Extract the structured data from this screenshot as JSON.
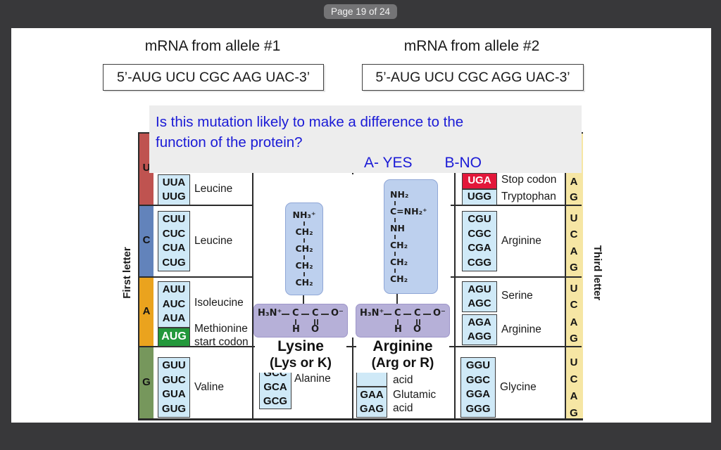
{
  "colors": {
    "page-bg": "#38383a",
    "badge-bg": "#747476",
    "badge-text": "#f2f2f2",
    "slide-bg": "#ffffff",
    "ink": "#1a1a1a",
    "blue": "#1a1ad6",
    "question-bg": "#ededed",
    "table-line": "#2b2b2b",
    "codon-bg": "#cfe9f7",
    "strip-u": "#bf5350",
    "strip-c": "#6283bb",
    "strip-a": "#eaa31e",
    "strip-g": "#76975c",
    "third-strip": "#f6e6a4",
    "stop-red": "#e3173a",
    "start-green": "#23983b",
    "side-bg": "#bdd0ee",
    "side-border": "#8fa6d6",
    "bk-bg": "#b6b0d8",
    "bk-border": "#9d95c8"
  },
  "badge": {
    "text": "Page 19 of 24"
  },
  "allele1": {
    "title": "mRNA from allele #1",
    "sequence": "5’-AUG UCU CGC AAG UAC-3’"
  },
  "allele2": {
    "title": "mRNA from allele #2",
    "sequence": "5’-AUG UCU CGC AGG UAC-3’"
  },
  "question": {
    "line1": "Is this mutation likely to make a difference to the",
    "line2": "function of the protein?",
    "option_a": "A- YES",
    "option_b": "B-NO"
  },
  "table": {
    "first_letter_label": "First letter",
    "third_letter_label": "Third letter",
    "first": [
      "U",
      "C",
      "A",
      "G"
    ],
    "third": {
      "g1": [
        "A",
        "G"
      ],
      "g2": [
        "U",
        "C",
        "A",
        "G"
      ],
      "g3": [
        "U",
        "C",
        "A",
        "G"
      ],
      "g4": [
        "U",
        "C",
        "A",
        "G"
      ]
    },
    "cells": {
      "uu2": {
        "codons": [
          "UUA",
          "UUG"
        ],
        "label": "Leucine"
      },
      "uga": {
        "codon": "UGA",
        "label": "Stop codon"
      },
      "ugg": {
        "codon": "UGG",
        "label": "Tryptophan"
      },
      "cu": {
        "codons": [
          "CUU",
          "CUC",
          "CUA",
          "CUG"
        ],
        "label": "Leucine"
      },
      "cg": {
        "codons": [
          "CGU",
          "CGC",
          "CGA",
          "CGG"
        ],
        "label": "Arginine"
      },
      "au": {
        "codons": [
          "AUU",
          "AUC",
          "AUA"
        ],
        "label": "Isoleucine"
      },
      "aug": {
        "codon": "AUG",
        "label1": "Methionine",
        "label2": "start codon"
      },
      "ag1": {
        "codons": [
          "AGU",
          "AGC"
        ],
        "label": "Serine"
      },
      "ag2": {
        "codons": [
          "AGA",
          "AGG"
        ],
        "label": "Arginine"
      },
      "gu": {
        "codons": [
          "GUU",
          "GUC",
          "GUA",
          "GUG"
        ],
        "label": "Valine"
      },
      "gc": {
        "codons": [
          "GCC",
          "GCA",
          "GCG"
        ],
        "label": "Alanine"
      },
      "ga_frag": {
        "label": "acid"
      },
      "ga": {
        "codons": [
          "GAA",
          "GAG"
        ],
        "label1": "Glutamic",
        "label2": "acid"
      },
      "gg": {
        "codons": [
          "GGU",
          "GGC",
          "GGA",
          "GGG"
        ],
        "label": "Glycine"
      }
    }
  },
  "structures": {
    "lysine": {
      "name": "Lysine",
      "abbr": "(Lys or K)",
      "chain": [
        "NH₃⁺",
        "CH₂",
        "CH₂",
        "CH₂",
        "CH₂"
      ]
    },
    "arginine": {
      "name": "Arginine",
      "abbr": "(Arg or R)",
      "chain": [
        "NH₂",
        "C=NH₂⁺",
        "NH",
        "CH₂",
        "CH₂",
        "CH₂"
      ]
    },
    "backbone": {
      "amine": "H₃N⁺",
      "c": "C",
      "o_minus": "O⁻",
      "h": "H",
      "o": "O"
    }
  }
}
